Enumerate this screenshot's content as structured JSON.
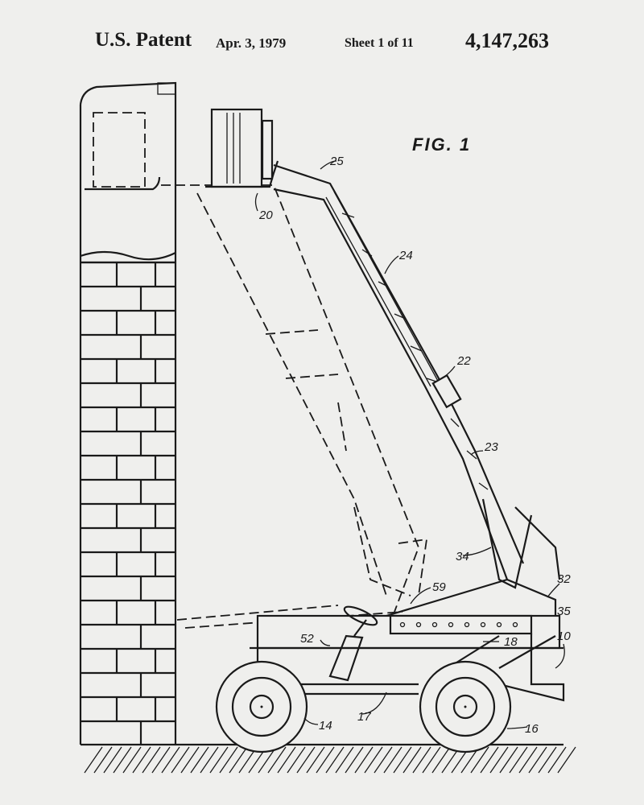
{
  "header": {
    "patent_label": "U.S. Patent",
    "date": "Apr. 3, 1979",
    "sheet": "Sheet 1 of 11",
    "patent_number": "4,147,263"
  },
  "figure": {
    "title": "FIG. 1",
    "refs": {
      "r25": "25",
      "r20": "20",
      "r24": "24",
      "r22": "22",
      "r23": "23",
      "r34": "34",
      "r32": "32",
      "r35": "35",
      "r59": "59",
      "r52": "52",
      "r18": "18",
      "r10": "10",
      "r14": "14",
      "r17": "17",
      "r16": "16"
    }
  }
}
